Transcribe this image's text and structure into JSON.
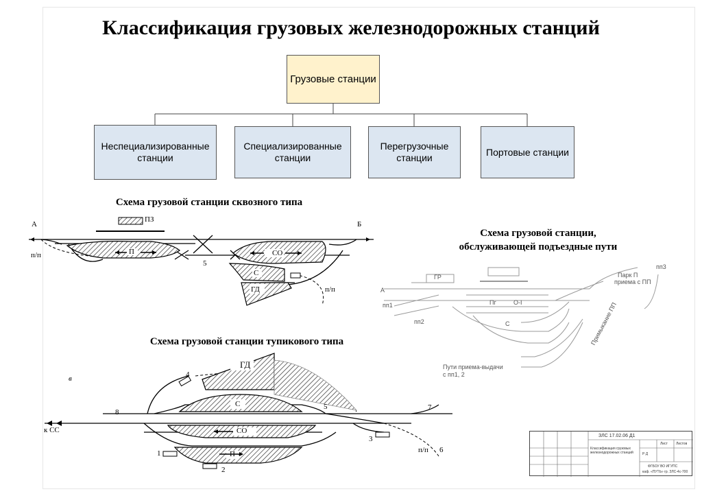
{
  "title": "Классификация грузовых железнодорожных станций",
  "hierarchy": {
    "root": "Грузовые станции",
    "children": [
      {
        "label": "Неспециализированные станции"
      },
      {
        "label": "Специализированные станции"
      },
      {
        "label": "Перегрузочные станции"
      },
      {
        "label": "Портовые станции"
      }
    ],
    "colors": {
      "root_fill": "#fff2cc",
      "child_fill": "#dce6f1"
    }
  },
  "scheme_through": {
    "caption": "Схема грузовой станции сквозного типа",
    "labels": {
      "A": "А",
      "B": "Б",
      "pp": "п/п",
      "PZ": "ПЗ",
      "P": "П",
      "SO": "СО",
      "S": "С",
      "GD": "ГД",
      "five": "5",
      "pp2": "п/п"
    }
  },
  "scheme_access": {
    "caption_line1": "Схема грузовой станции,",
    "caption_line2": "обслуживающей подъездные пути",
    "labels": {
      "GR": "ГР",
      "A": "А",
      "pp1": "пп1",
      "pp2": "пп2",
      "pp3": "пп3",
      "park": "Парк П",
      "park2": "приема с ПП",
      "Pg": "Пг",
      "OI": "О-I",
      "S": "С",
      "priemka1": "Пути приема-выдачи",
      "priemka2": "с пп1, 2",
      "prim": "Примыкание ПП"
    }
  },
  "scheme_deadend": {
    "caption": "Схема грузовой станции тупикового типа",
    "labels": {
      "v": "в",
      "kSS": "к СС",
      "GD": "ГД",
      "S": "С",
      "SO": "СО",
      "P": "П",
      "n1": "1",
      "n2": "2",
      "n3": "3",
      "n4": "4",
      "n5": "5",
      "n6": "6",
      "n7": "7",
      "n8": "8",
      "pp": "п/п"
    }
  },
  "stamp": {
    "code": "ЗЛС 17.02.06 Д1",
    "name": "Классификация грузовых железнодорожных станций",
    "stage": "Р Д",
    "sheet": "Лист",
    "sheets": "Листов",
    "org": "ФГБОУ ВО ИГУПС",
    "group": "каф. «ПУТЬ» гр. ЗЛС-4с-700"
  }
}
